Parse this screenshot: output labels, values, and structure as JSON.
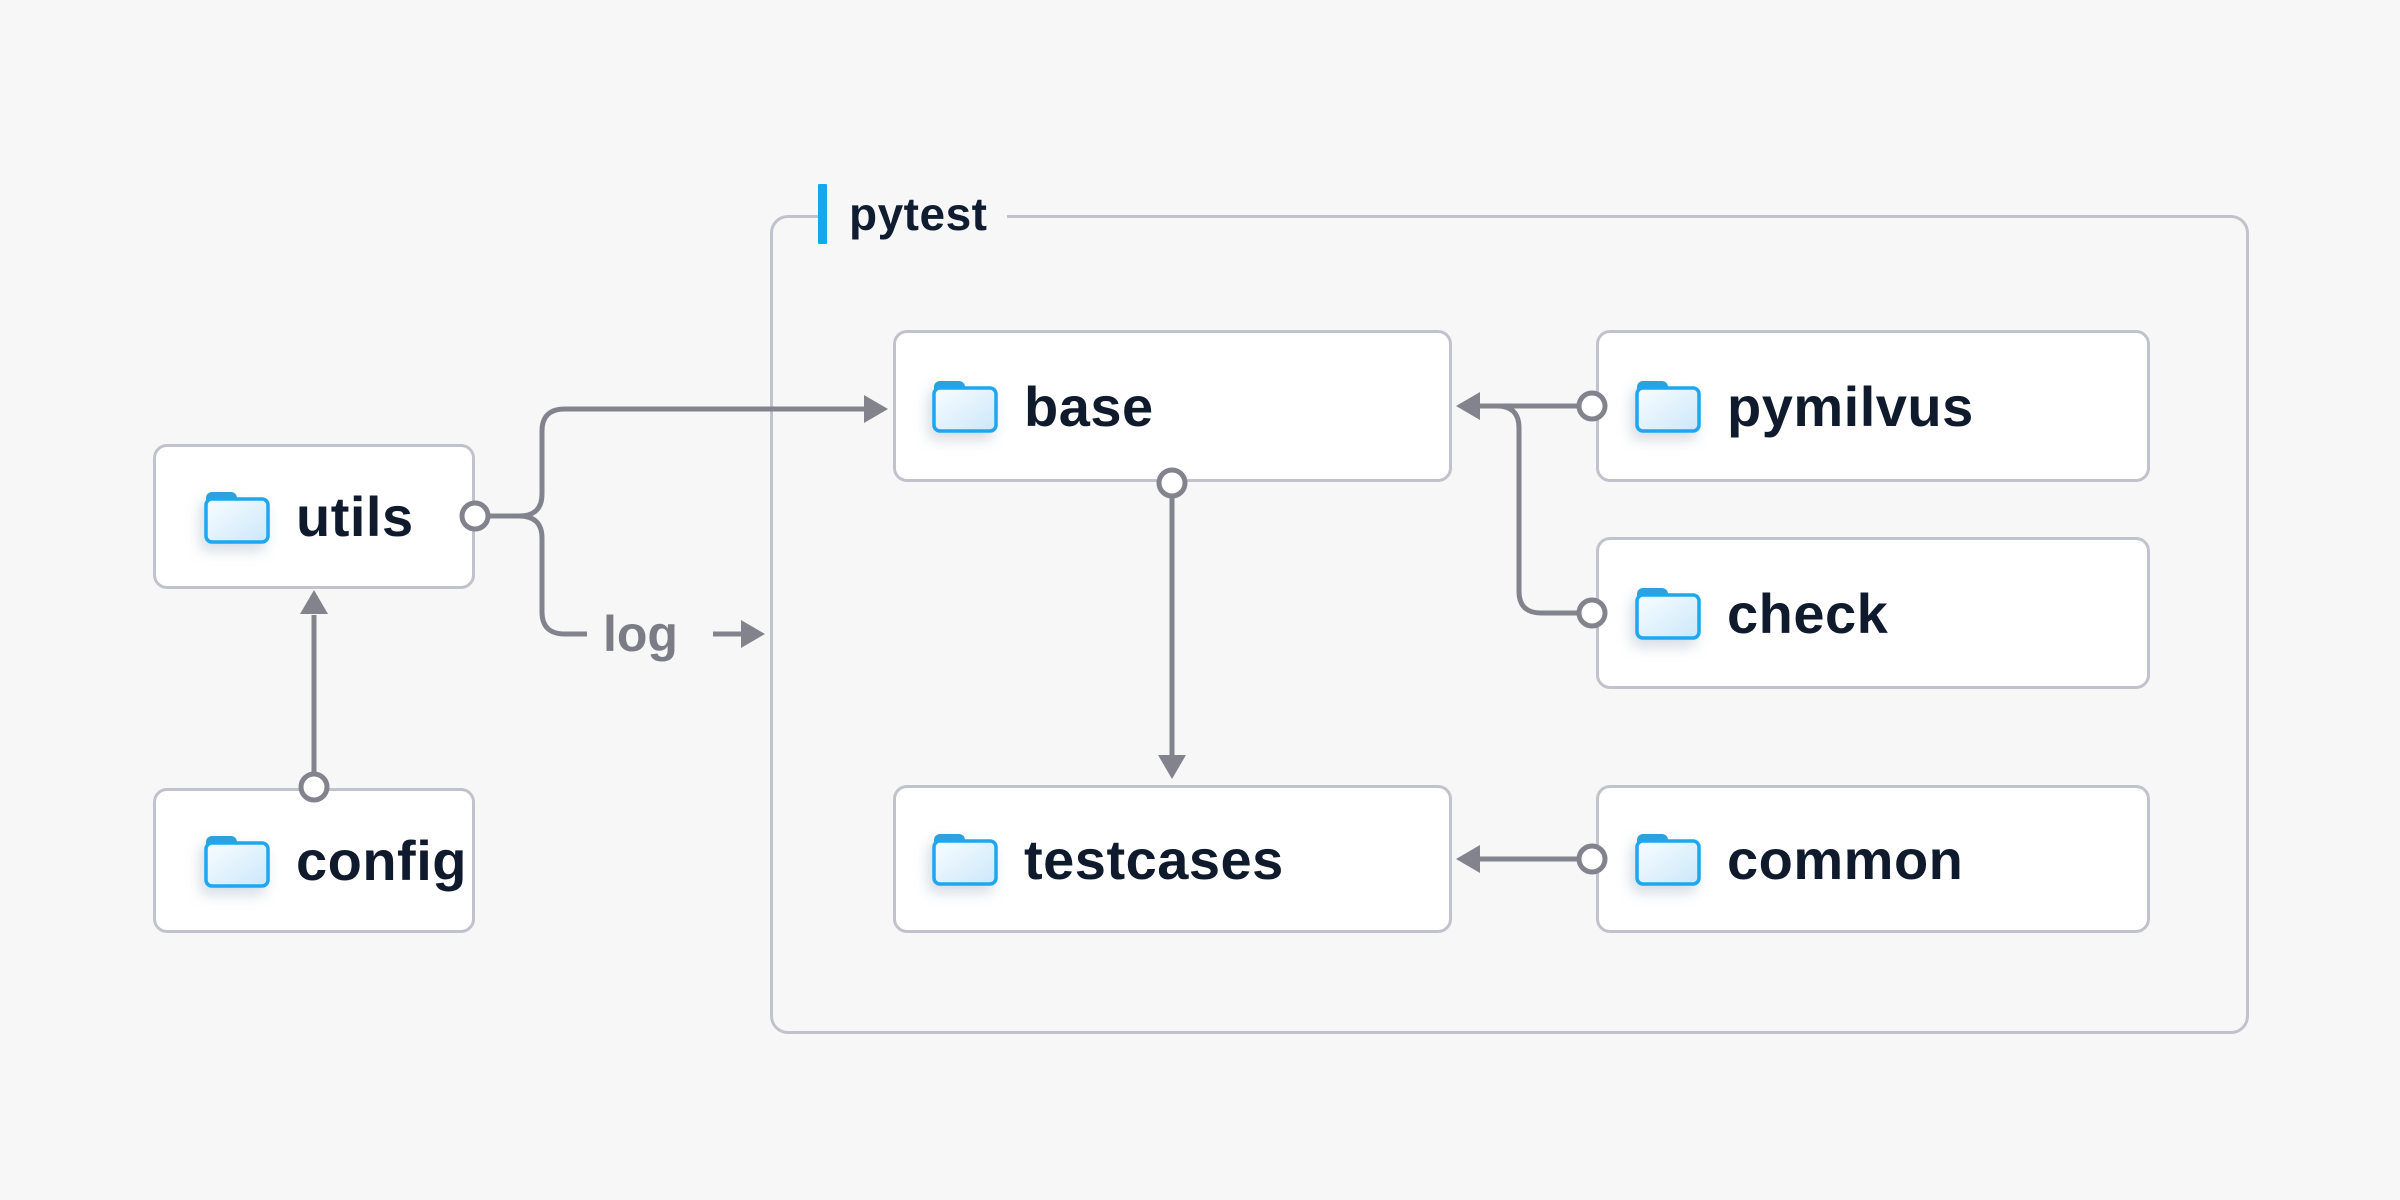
{
  "group": {
    "label": "pytest"
  },
  "nodes": {
    "utils": {
      "label": "utils"
    },
    "config": {
      "label": "config"
    },
    "base": {
      "label": "base"
    },
    "pymilvus": {
      "label": "pymilvus"
    },
    "check": {
      "label": "check"
    },
    "testcases": {
      "label": "testcases"
    },
    "common": {
      "label": "common"
    }
  },
  "edges": {
    "log_label": "log",
    "list": [
      {
        "from": "config",
        "to": "utils"
      },
      {
        "from": "utils",
        "to": "base"
      },
      {
        "from": "utils",
        "to": "log"
      },
      {
        "from": "pymilvus",
        "to": "base"
      },
      {
        "from": "check",
        "to": "base"
      },
      {
        "from": "base",
        "to": "testcases"
      },
      {
        "from": "common",
        "to": "testcases"
      }
    ]
  },
  "icons": {
    "folder": "folder-icon"
  },
  "colors": {
    "background": "#F7F7F8",
    "node_fill": "#FFFFFF",
    "node_border": "#C2C2CC",
    "node_text": "#0F1B2D",
    "connector": "#83838D",
    "muted_label": "#7C7C86",
    "accent_blue": "#14A9EC",
    "folder_stroke": "#1EA7EF",
    "folder_tab": "#2DA0DD",
    "folder_fill_light": "#F8FDFF",
    "folder_fill_dark": "#CBE7FA"
  }
}
